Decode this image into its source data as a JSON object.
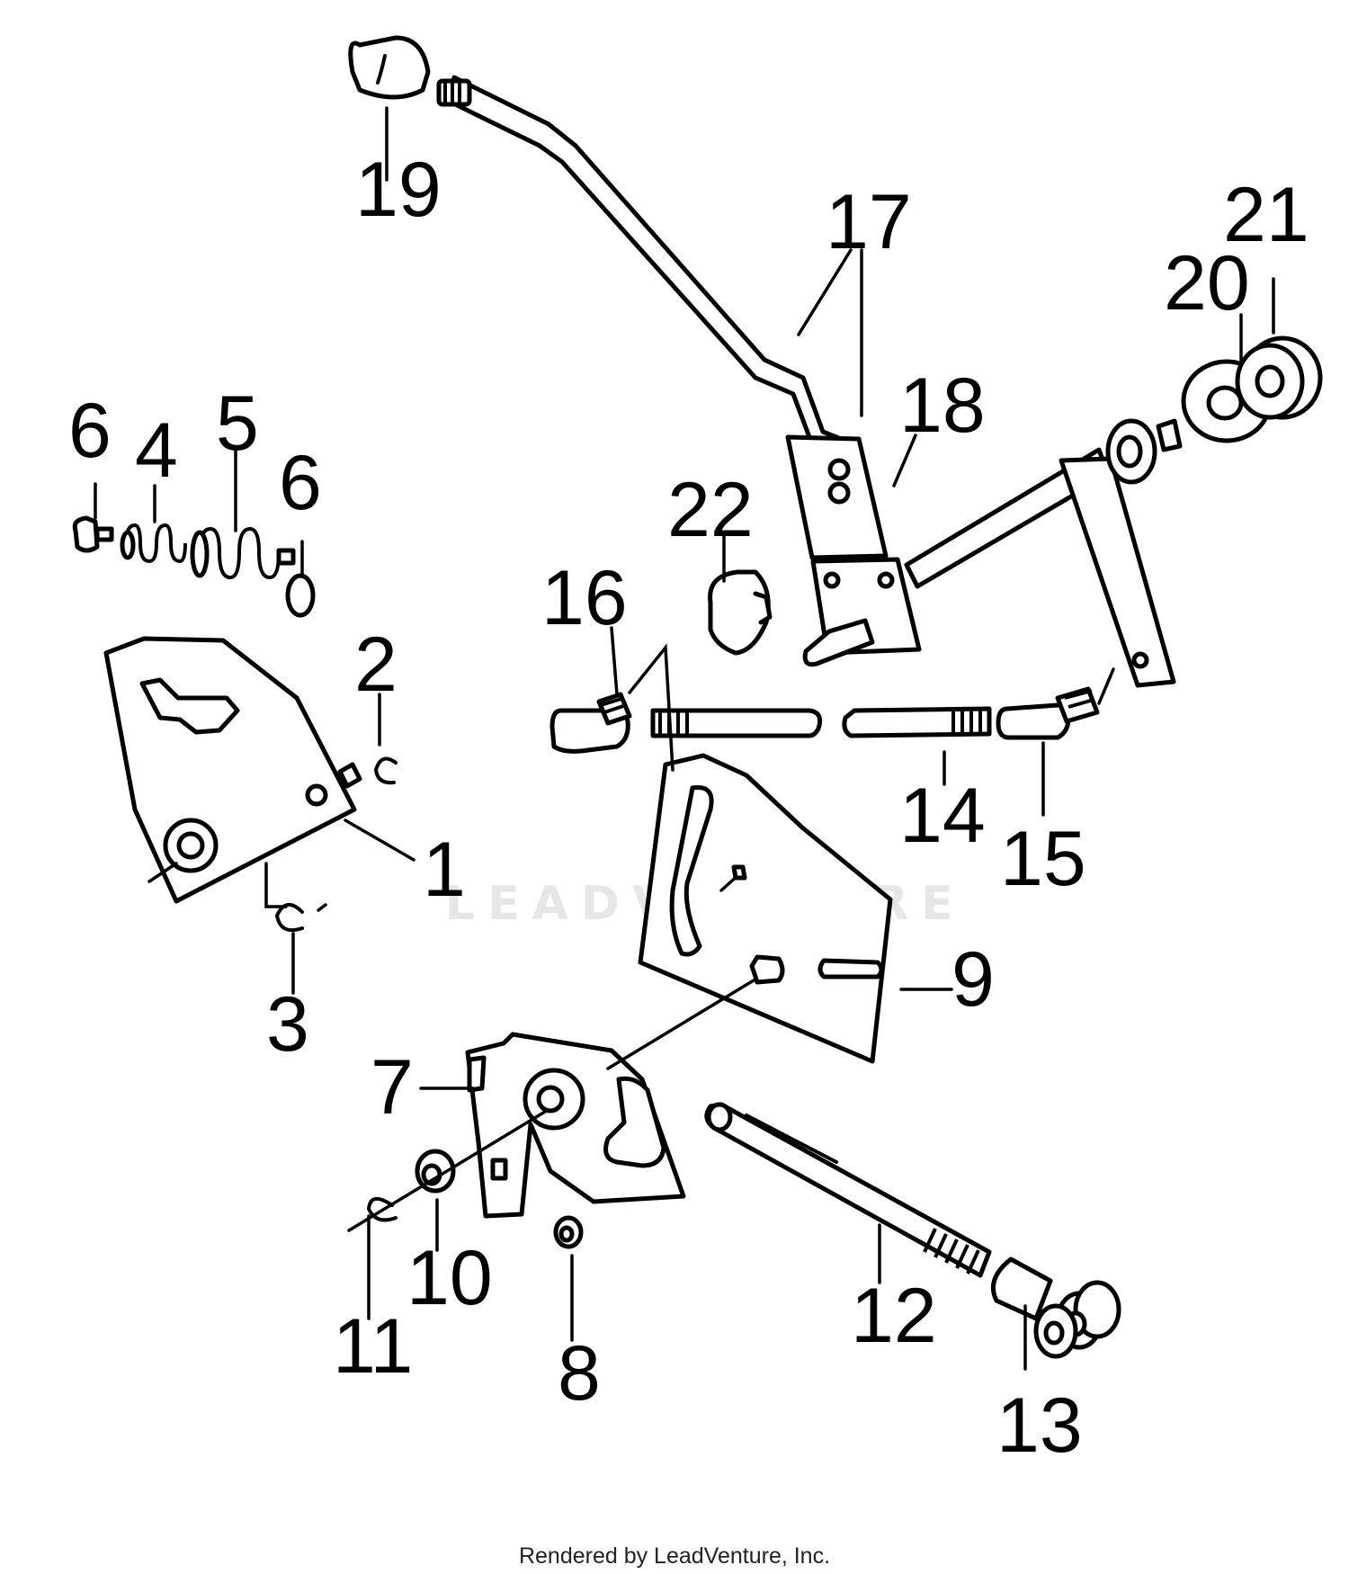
{
  "watermark": "LEADVENTURE",
  "credit": "Rendered by LeadVenture, Inc.",
  "callouts": {
    "c1": "1",
    "c2": "2",
    "c3": "3",
    "c4": "4",
    "c5": "5",
    "c6a": "6",
    "c6b": "6",
    "c7": "7",
    "c8": "8",
    "c9": "9",
    "c10": "10",
    "c11": "11",
    "c12": "12",
    "c13": "13",
    "c14": "14",
    "c15": "15",
    "c16": "16",
    "c17": "17",
    "c18": "18",
    "c19": "19",
    "c20": "20",
    "c21": "21",
    "c22": "22"
  }
}
